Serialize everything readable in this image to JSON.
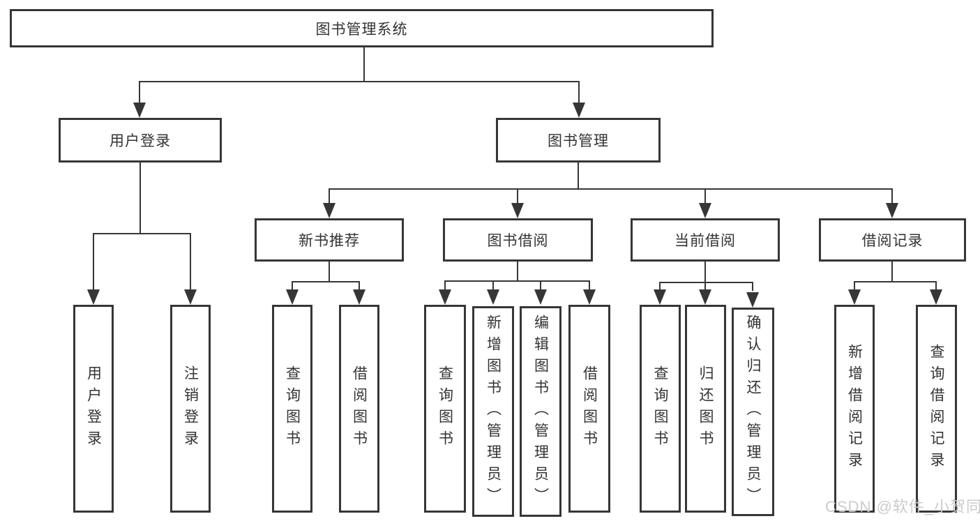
{
  "title": "图书管理系统",
  "colors": {
    "background": "#ffffff",
    "line": "#363636",
    "text": "#333333",
    "watermark_text": "#cbcbcb"
  },
  "diagram": {
    "root": {
      "label": "图书管理系统"
    },
    "level2": [
      {
        "label": "用户登录"
      },
      {
        "label": "图书管理"
      }
    ],
    "level3": [
      {
        "label": "新书推荐",
        "parent": "图书管理"
      },
      {
        "label": "图书借阅",
        "parent": "图书管理"
      },
      {
        "label": "当前借阅",
        "parent": "图书管理"
      },
      {
        "label": "借阅记录",
        "parent": "图书管理"
      }
    ],
    "leaves": [
      {
        "label": "用户登录",
        "parent": "用户登录"
      },
      {
        "label": "注销登录",
        "parent": "用户登录"
      },
      {
        "label": "查询图书",
        "parent": "新书推荐"
      },
      {
        "label": "借阅图书",
        "parent": "新书推荐"
      },
      {
        "label": "查询图书",
        "parent": "图书借阅"
      },
      {
        "label": "新增图书（管理员）",
        "parent": "图书借阅"
      },
      {
        "label": "编辑图书（管理员）",
        "parent": "图书借阅"
      },
      {
        "label": "借阅图书",
        "parent": "图书借阅"
      },
      {
        "label": "查询图书",
        "parent": "当前借阅"
      },
      {
        "label": "归还图书",
        "parent": "当前借阅"
      },
      {
        "label": "确认归还（管理员）",
        "parent": "当前借阅"
      },
      {
        "label": "新增借阅记录",
        "parent": "借阅记录"
      },
      {
        "label": "查询借阅记录",
        "parent": "借阅记录"
      }
    ]
  },
  "watermark": {
    "text": "CSDN @软件_小贺同学"
  }
}
